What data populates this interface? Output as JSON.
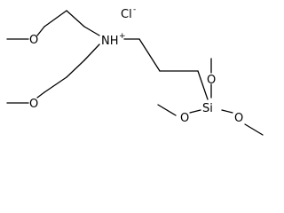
{
  "structure": {
    "counterion": {
      "element": "Cl",
      "charge": "-"
    },
    "ammonium": {
      "label": "NH",
      "charge": "+"
    },
    "oxygens": {
      "methoxy_upper": "O",
      "methoxy_lower": "O",
      "si_o_top": "O",
      "si_o_left": "O",
      "si_o_right": "O"
    },
    "silicon": "Si"
  },
  "colors": {
    "bond": "#000000",
    "text": "#000000",
    "background": "#ffffff"
  }
}
